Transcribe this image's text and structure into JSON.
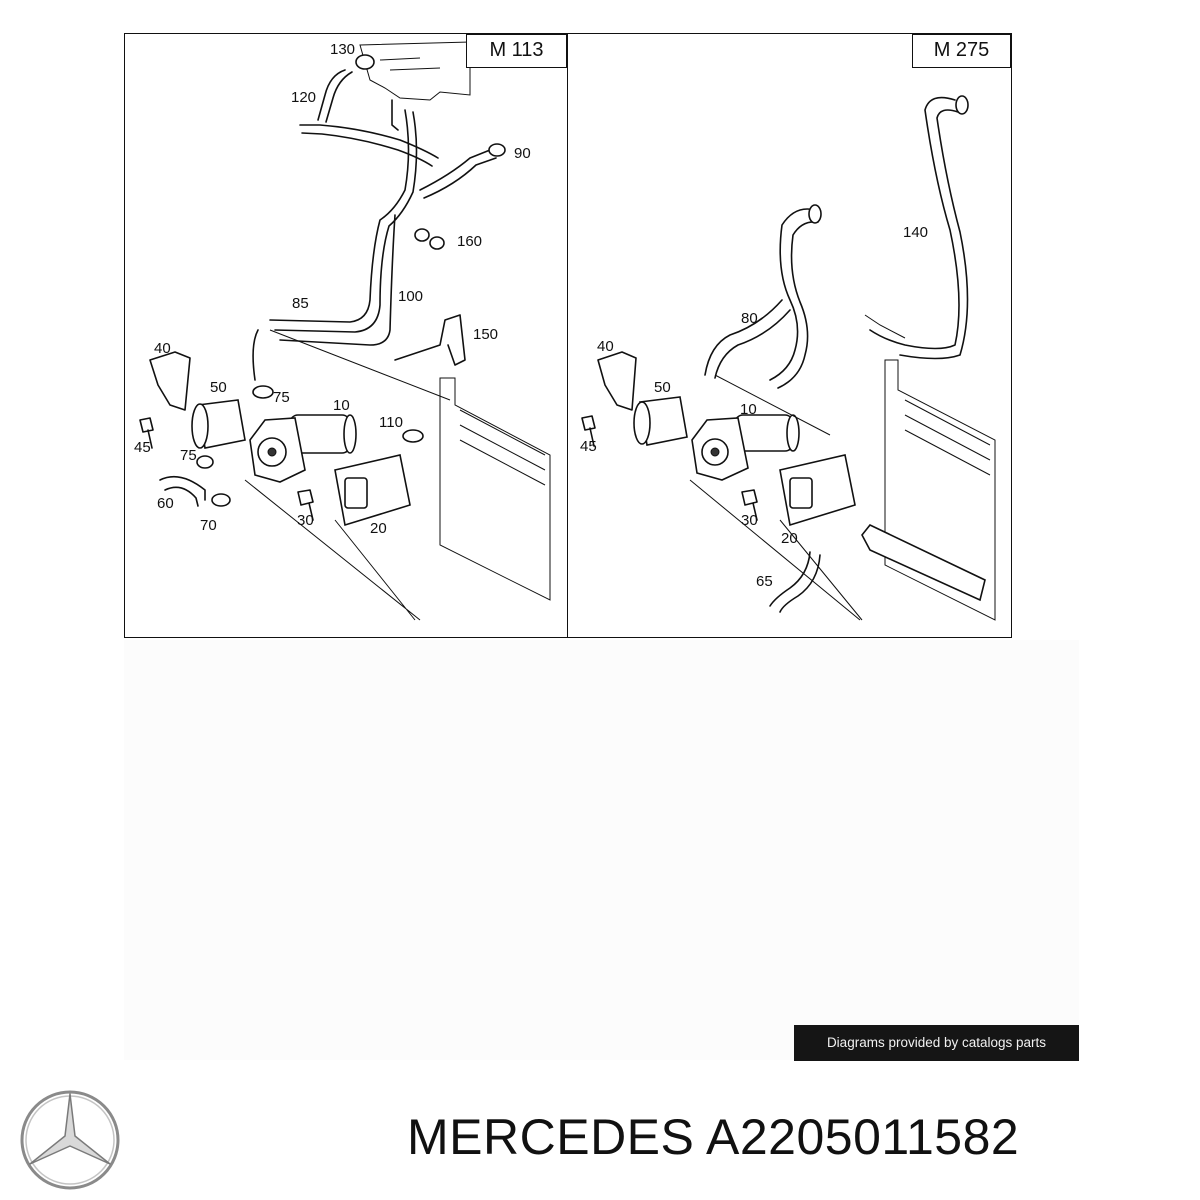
{
  "diagram": {
    "panels": [
      {
        "model_label": "M 113",
        "callouts": [
          "130",
          "120",
          "90",
          "160",
          "85",
          "100",
          "150",
          "40",
          "50",
          "75",
          "10",
          "110",
          "45",
          "75",
          "60",
          "70",
          "30",
          "20"
        ]
      },
      {
        "model_label": "M 275",
        "callouts": [
          "140",
          "80",
          "40",
          "50",
          "10",
          "45",
          "30",
          "20",
          "65"
        ]
      }
    ]
  },
  "credit": "Diagrams provided by catalogs parts",
  "brand": "MERCEDES",
  "part_number": "A2205011582",
  "title": "MERCEDES A2205011582",
  "icons": {
    "logo": "mercedes-star-icon"
  }
}
